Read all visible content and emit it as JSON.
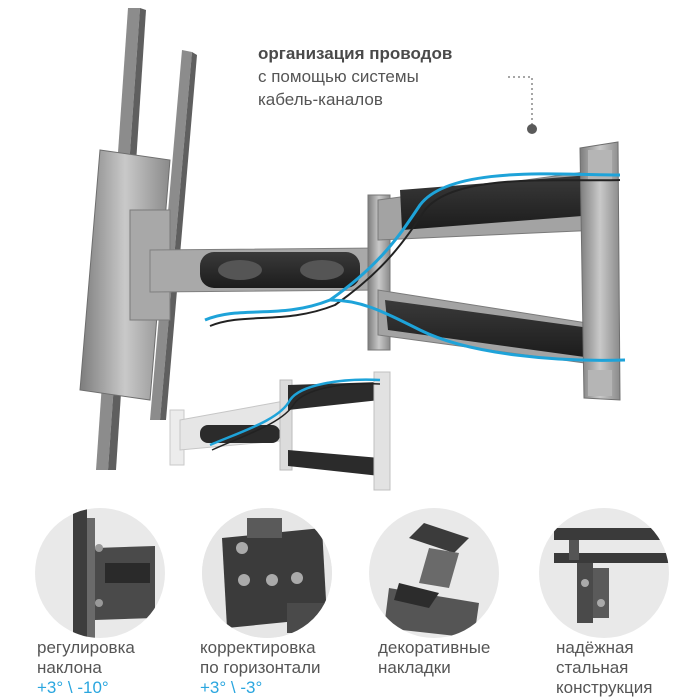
{
  "callout": {
    "line1": "организация проводов",
    "line2": "с помощью системы",
    "line3": "кабель-каналов"
  },
  "features": [
    {
      "line1": "регулировка",
      "line2": "наклона",
      "line3": "+3° \\ -10°"
    },
    {
      "line1": "корректировка",
      "line2": "по горизонтали",
      "line3": "+3° \\ -3°"
    },
    {
      "line1": "декоративные",
      "line2": "накладки",
      "line3": ""
    },
    {
      "line1": "надёжная",
      "line2": "стальная",
      "line3": "конструкция"
    }
  ],
  "colors": {
    "accent": "#2aa6df",
    "cable": "#1ea3d9",
    "steel": "#9a9a9a",
    "pad": "#2b2b2b"
  },
  "icons": [
    "tilt-adjust-icon",
    "horizontal-adjust-icon",
    "decorative-cover-icon",
    "steel-frame-icon"
  ]
}
